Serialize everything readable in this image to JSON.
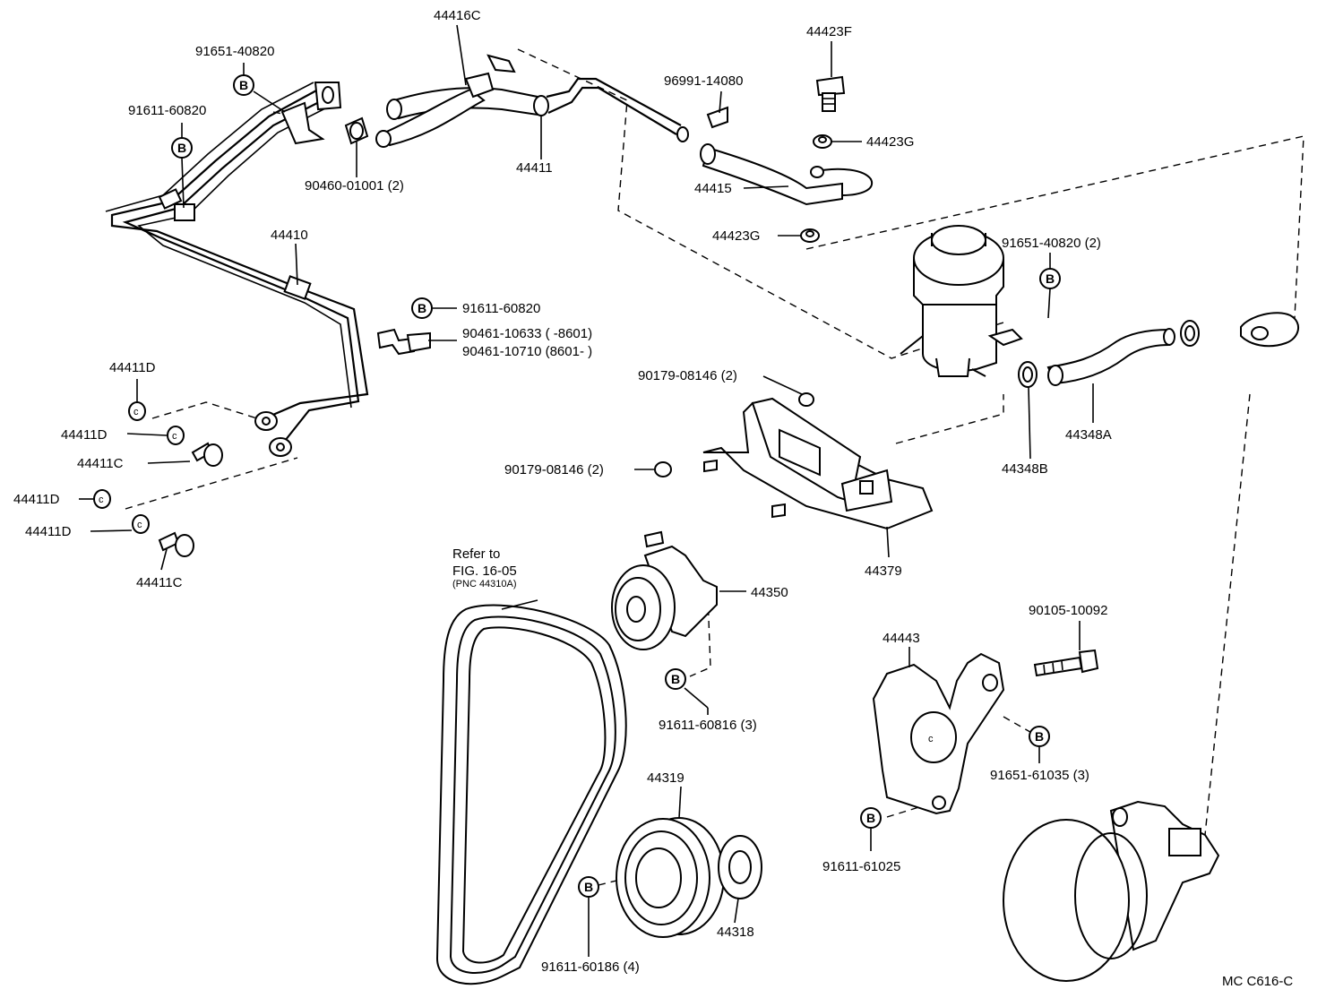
{
  "labels": {
    "p44416C": "44416C",
    "p91651_40820_top": "91651-40820",
    "p91611_60820_top": "91611-60820",
    "p44411": "44411",
    "p90460_01001": "90460-01001 (2)",
    "p96991_14080": "96991-14080",
    "p44423F": "44423F",
    "p44423G_a": "44423G",
    "p44415": "44415",
    "p44423G_b": "44423G",
    "p44410": "44410",
    "p91611_60820_mid": "91611-60820",
    "p90461_10633": "90461-10633 (      -8601)",
    "p90461_10710": "90461-10710 (8601-      )",
    "p91651_40820_2": "91651-40820 (2)",
    "p90179_08146_a": "90179-08146 (2)",
    "p90179_08146_b": "90179-08146 (2)",
    "p44348A": "44348A",
    "p44348B": "44348B",
    "p44379": "44379",
    "p44411D_1": "44411D",
    "p44411D_2": "44411D",
    "p44411C_1": "44411C",
    "p44411D_3": "44411D",
    "p44411D_4": "44411D",
    "p44411C_2": "44411C",
    "refer_line1": "Refer to",
    "refer_line2": "FIG. 16-05",
    "refer_line3": "(PNC 44310A)",
    "p44350": "44350",
    "p91611_60816": "91611-60816 (3)",
    "p44443": "44443",
    "p90105_10092": "90105-10092",
    "p91651_61035": "91651-61035 (3)",
    "p44319": "44319",
    "p91611_61025": "91611-61025",
    "p44318": "44318",
    "p91611_60186": "91611-60186 (4)",
    "code": "MC C616-C",
    "b": "B"
  }
}
